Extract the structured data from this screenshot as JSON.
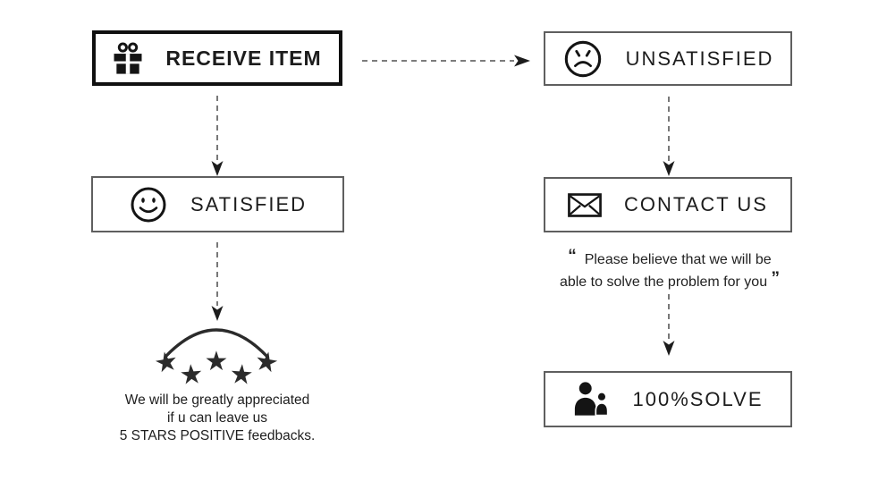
{
  "canvas": {
    "bg": "#ffffff",
    "ink": "#1c1c1c",
    "thin_border": "#5f5f5f",
    "dash": "#6a6a6a"
  },
  "boxes": {
    "receive": {
      "label": "RECEIVE ITEM",
      "icon": "gift-icon"
    },
    "unsatisfied": {
      "label": "UNSATISFIED",
      "icon": "sad-face-icon"
    },
    "satisfied": {
      "label": "SATISFIED",
      "icon": "smiley-face-icon"
    },
    "contact": {
      "label": "CONTACT US",
      "icon": "envelope-icon"
    },
    "solve": {
      "label": "100%SOLVE",
      "icon": "two-people-icon"
    }
  },
  "notes": {
    "contact": {
      "open_quote": "“",
      "line1": "Please believe that we will be",
      "line2": "able to solve the problem for you",
      "close_quote": "”"
    },
    "feedback": {
      "line1": "We will be greatly appreciated",
      "line2": "if u can leave us",
      "line3": "5 STARS POSITIVE feedbacks."
    }
  },
  "rating": {
    "stars": 5,
    "glyph": "★"
  },
  "flow_edges": [
    {
      "from": "receive",
      "to": "unsatisfied",
      "style": "dashed"
    },
    {
      "from": "receive",
      "to": "satisfied",
      "style": "dashed"
    },
    {
      "from": "satisfied",
      "to": "five-stars",
      "style": "dashed"
    },
    {
      "from": "unsatisfied",
      "to": "contact",
      "style": "dashed"
    },
    {
      "from": "contact",
      "to": "solve",
      "style": "dashed"
    }
  ]
}
